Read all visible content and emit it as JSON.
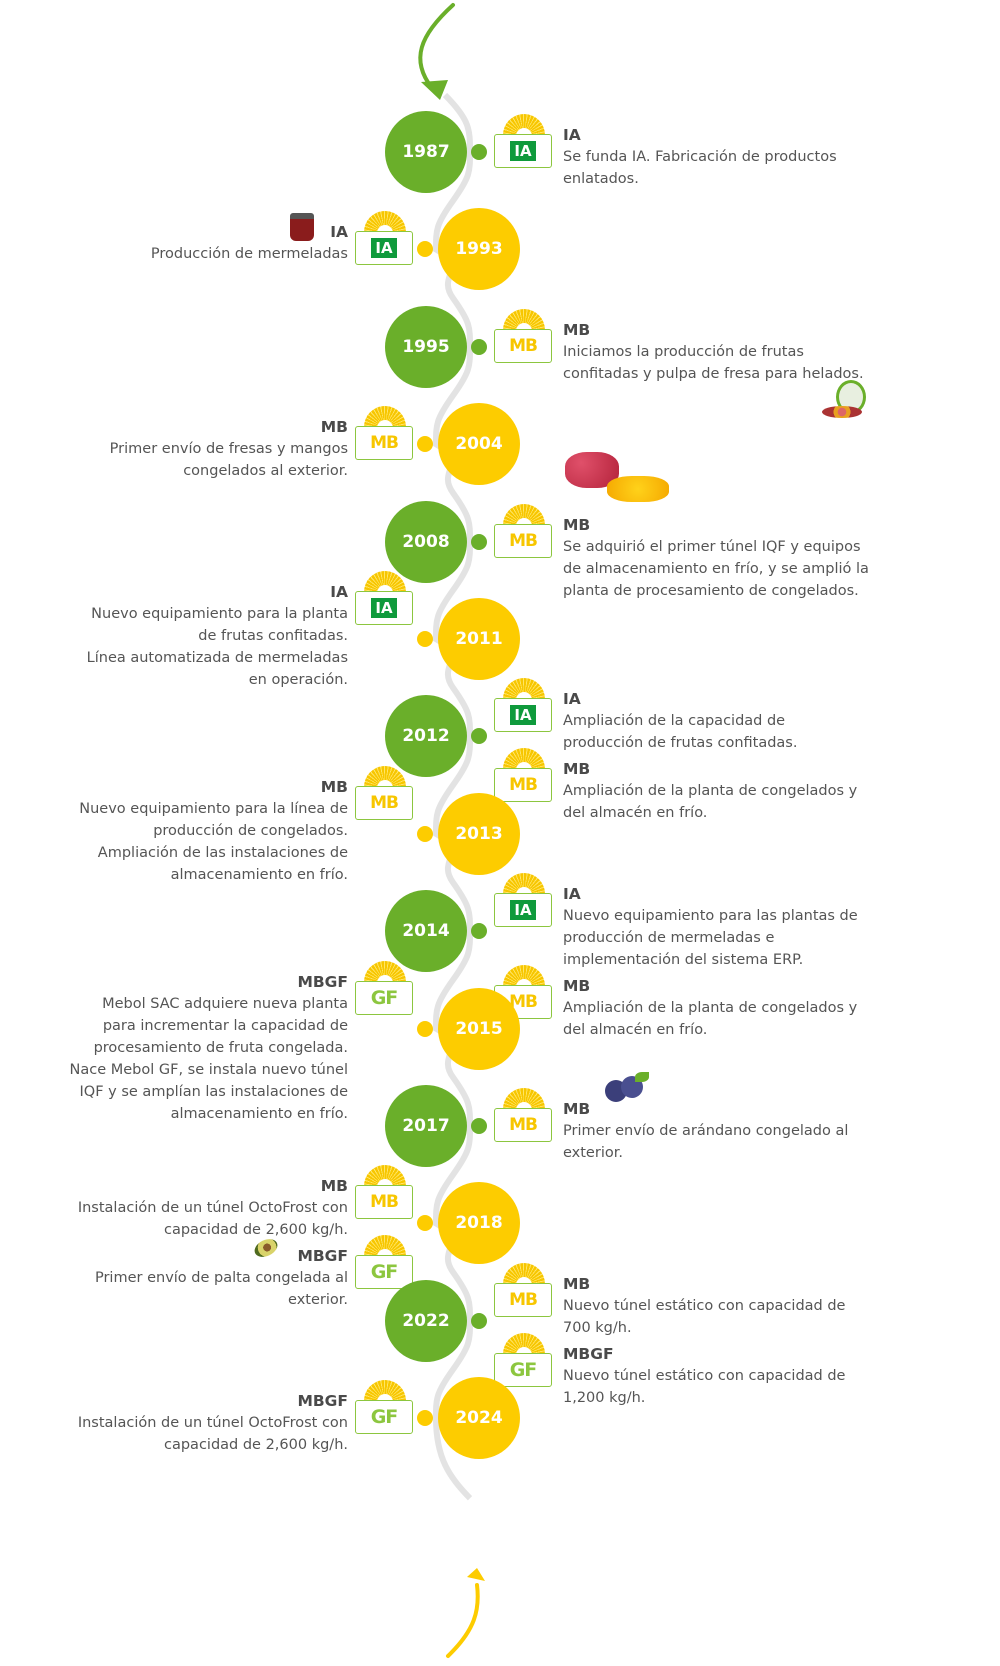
{
  "colors": {
    "green": "#6aaf2a",
    "yellow": "#fdcc00",
    "track": "#e3e3e3"
  },
  "events": [
    {
      "year": "1987",
      "color": "green",
      "side": "right",
      "items": [
        {
          "brand": "IA",
          "lines": [
            "Se funda IA. Fabricación de productos",
            "enlatados."
          ]
        }
      ]
    },
    {
      "year": "1993",
      "color": "yellow",
      "side": "left",
      "items": [
        {
          "brand": "IA",
          "lines": [
            "Producción de mermeladas"
          ]
        }
      ]
    },
    {
      "year": "1995",
      "color": "green",
      "side": "right",
      "items": [
        {
          "brand": "MB",
          "lines": [
            "Iniciamos la producción de frutas",
            "confitadas y pulpa de fresa para helados."
          ]
        }
      ]
    },
    {
      "year": "2004",
      "color": "yellow",
      "side": "left",
      "items": [
        {
          "brand": "MB",
          "lines": [
            "Primer envío de fresas y mangos",
            "congelados al exterior."
          ]
        }
      ]
    },
    {
      "year": "2008",
      "color": "green",
      "side": "right",
      "items": [
        {
          "brand": "MB",
          "lines": [
            "Se adquirió el primer túnel IQF y equipos",
            "de almacenamiento en frío, y se amplió la",
            "planta de procesamiento de congelados."
          ]
        }
      ]
    },
    {
      "year": "2011",
      "color": "yellow",
      "side": "left",
      "items": [
        {
          "brand": "IA",
          "lines": [
            "Nuevo equipamiento para la planta",
            "de frutas confitadas.",
            "Línea automatizada de mermeladas",
            "en operación."
          ]
        }
      ]
    },
    {
      "year": "2012",
      "color": "green",
      "side": "right",
      "items": [
        {
          "brand": "IA",
          "lines": [
            "Ampliación de la capacidad de",
            "producción de frutas confitadas."
          ]
        },
        {
          "brand": "MB",
          "lines": [
            "Ampliación de la planta de congelados y",
            "del almacén en frío."
          ]
        }
      ]
    },
    {
      "year": "2013",
      "color": "yellow",
      "side": "left",
      "items": [
        {
          "brand": "MB",
          "lines": [
            "Nuevo equipamiento para la línea de",
            "producción de congelados.",
            "Ampliación de las instalaciones de",
            "almacenamiento en frío."
          ]
        }
      ]
    },
    {
      "year": "2014",
      "color": "green",
      "side": "right",
      "items": [
        {
          "brand": "IA",
          "lines": [
            "Nuevo equipamiento para las plantas de",
            "producción de mermeladas e",
            "implementación del sistema ERP."
          ]
        },
        {
          "brand": "MB",
          "lines": [
            "Ampliación de la planta de congelados y",
            "del almacén en frío."
          ]
        }
      ]
    },
    {
      "year": "2015",
      "color": "yellow",
      "side": "left",
      "items": [
        {
          "brand": "MBGF",
          "lines": [
            "Mebol SAC adquiere nueva planta",
            "para incrementar la capacidad de",
            "procesamiento de fruta congelada.",
            "Nace Mebol GF, se instala nuevo túnel",
            "IQF y se amplían las instalaciones de",
            "almacenamiento en frío."
          ]
        }
      ]
    },
    {
      "year": "2017",
      "color": "green",
      "side": "right",
      "items": [
        {
          "brand": "MB",
          "lines": [
            "Primer envío de arándano congelado al",
            "exterior."
          ]
        }
      ]
    },
    {
      "year": "2018",
      "color": "yellow",
      "side": "left",
      "items": [
        {
          "brand": "MB",
          "lines": [
            "Instalación de un túnel OctoFrost con",
            "capacidad de 2,600 kg/h."
          ]
        },
        {
          "brand": "MBGF",
          "lines": [
            "Primer envío de palta congelada al",
            "exterior."
          ]
        }
      ]
    },
    {
      "year": "2022",
      "color": "green",
      "side": "right",
      "items": [
        {
          "brand": "MB",
          "lines": [
            "Nuevo túnel estático con capacidad de",
            "700 kg/h."
          ]
        },
        {
          "brand": "MBGF",
          "lines": [
            "Nuevo túnel estático con capacidad de",
            "1,200 kg/h."
          ]
        }
      ]
    },
    {
      "year": "2024",
      "color": "yellow",
      "side": "left",
      "items": [
        {
          "brand": "MBGF",
          "lines": [
            "Instalación de un túnel OctoFrost con",
            "capacidad de 2,600 kg/h."
          ]
        }
      ]
    }
  ],
  "logo_marks": {
    "IA": "IA",
    "MB": "MB",
    "MBGF": "GF"
  }
}
